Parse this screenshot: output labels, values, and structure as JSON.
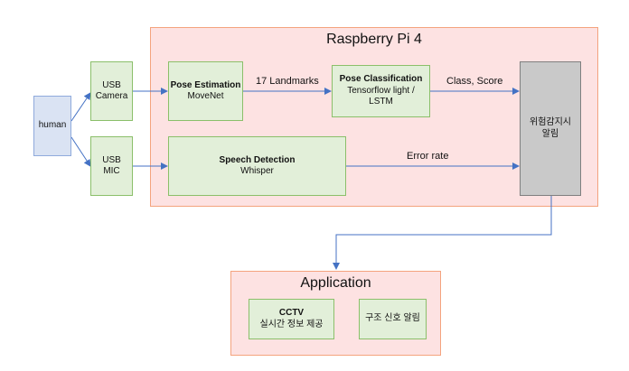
{
  "rpi": {
    "title": "Raspberry Pi 4"
  },
  "app": {
    "title": "Application"
  },
  "nodes": {
    "human": {
      "label": "human"
    },
    "usb_camera": {
      "line1": "USB",
      "line2": "Camera"
    },
    "usb_mic": {
      "line1": "USB",
      "line2": "MIC"
    },
    "pose_estimation": {
      "title": "Pose Estimation",
      "subtitle": "MoveNet"
    },
    "pose_classification": {
      "title": "Pose Classification",
      "subtitle": "Tensorflow light /",
      "subtitle2": "LSTM"
    },
    "speech_detection": {
      "title": "Speech Detection",
      "subtitle": "Whisper"
    },
    "danger_alert": {
      "line1": "위험감지시",
      "line2": "알림"
    },
    "cctv": {
      "title": "CCTV",
      "subtitle": "실시간 정보 제공"
    },
    "rescue_alert": {
      "label": "구조 신호 알림"
    }
  },
  "edges": {
    "landmarks": "17 Landmarks",
    "class_score": "Class, Score",
    "error_rate": "Error rate"
  },
  "colors": {
    "container_fill": "#fde2e2",
    "container_border": "#f4a37e",
    "process_fill": "#e2efd9",
    "process_border": "#8bbf6a",
    "human_fill": "#dae3f3",
    "alert_fill": "#c9c9c9",
    "arrow": "#4472c4"
  }
}
